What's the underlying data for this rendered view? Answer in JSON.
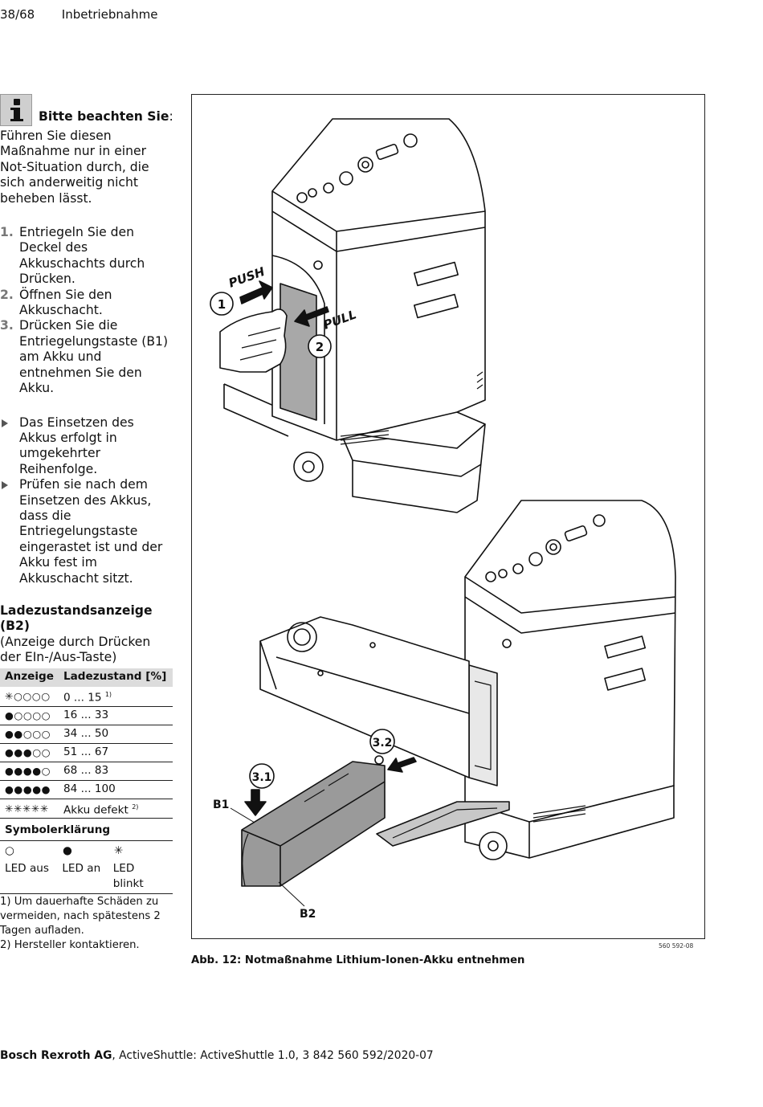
{
  "header": {
    "page": "38/68",
    "section": "Inbetriebnahme"
  },
  "note": {
    "title": "Bitte beachten Sie",
    "title_suffix": ":",
    "text": "Führen Sie diesen Maßnahme nur in einer Not-Situation durch, die sich anderweitig nicht beheben lässt."
  },
  "steps": [
    {
      "num": "1.",
      "text": "Entriegeln Sie den Deckel des Akkuschachts durch Drücken."
    },
    {
      "num": "2.",
      "text": "Öffnen Sie den Akkuschacht."
    },
    {
      "num": "3.",
      "text": "Drücken Sie die Entriegelungstaste (B1) am Akku und entnehmen Sie den Akku."
    }
  ],
  "results": [
    "Das Einsetzen des Akkus erfolgt in umgekehrter Reihenfolge.",
    "Prüfen sie nach dem Einsetzen des Akkus, dass die Entriegelungstaste eingerastet ist und der Akku fest im Akkuschacht sitzt."
  ],
  "ladezustand": {
    "title": "Ladezustandsanzeige (B2)",
    "subtitle": "(Anzeige durch Drücken der EIn-/Aus-Taste)",
    "headers": [
      "Anzeige",
      "Ladezustand [%]"
    ],
    "rows": [
      {
        "display": "✳○○○○",
        "value": "0 ... 15",
        "sup": "1)"
      },
      {
        "display": "●○○○○",
        "value": "16 ... 33",
        "sup": ""
      },
      {
        "display": "●●○○○",
        "value": "34 ... 50",
        "sup": ""
      },
      {
        "display": "●●●○○",
        "value": "51 ... 67",
        "sup": ""
      },
      {
        "display": "●●●●○",
        "value": "68 ... 83",
        "sup": ""
      },
      {
        "display": "●●●●●",
        "value": "84 ... 100",
        "sup": ""
      },
      {
        "display": "✳✳✳✳✳",
        "value": "Akku defekt",
        "sup": "2)"
      }
    ]
  },
  "symbols": {
    "title": "Symbolerklärung",
    "items": [
      {
        "symbol": "○",
        "label": "LED aus"
      },
      {
        "symbol": "●",
        "label": "LED an"
      },
      {
        "symbol": "✳",
        "label": "LED blinkt"
      }
    ]
  },
  "footnotes": [
    "1) Um dauerhafte Schäden zu vermeiden, nach spätestens 2 Tagen aufladen.",
    "2) Hersteller kontaktieren."
  ],
  "figure": {
    "labels": {
      "push": "PUSH",
      "pull": "PULL",
      "c1": "1",
      "c2": "2",
      "c31": "3.1",
      "c32": "3.2",
      "b1": "B1",
      "b2": "B2"
    },
    "number": "560 592-08",
    "caption": "Abb. 12: Notmaßnahme Lithium-Ionen-Akku entnehmen"
  },
  "footer": {
    "company": "Bosch Rexroth AG",
    "rest": ", ActiveShuttle: ActiveShuttle 1.0, 3 842 560 592/2020-07"
  }
}
